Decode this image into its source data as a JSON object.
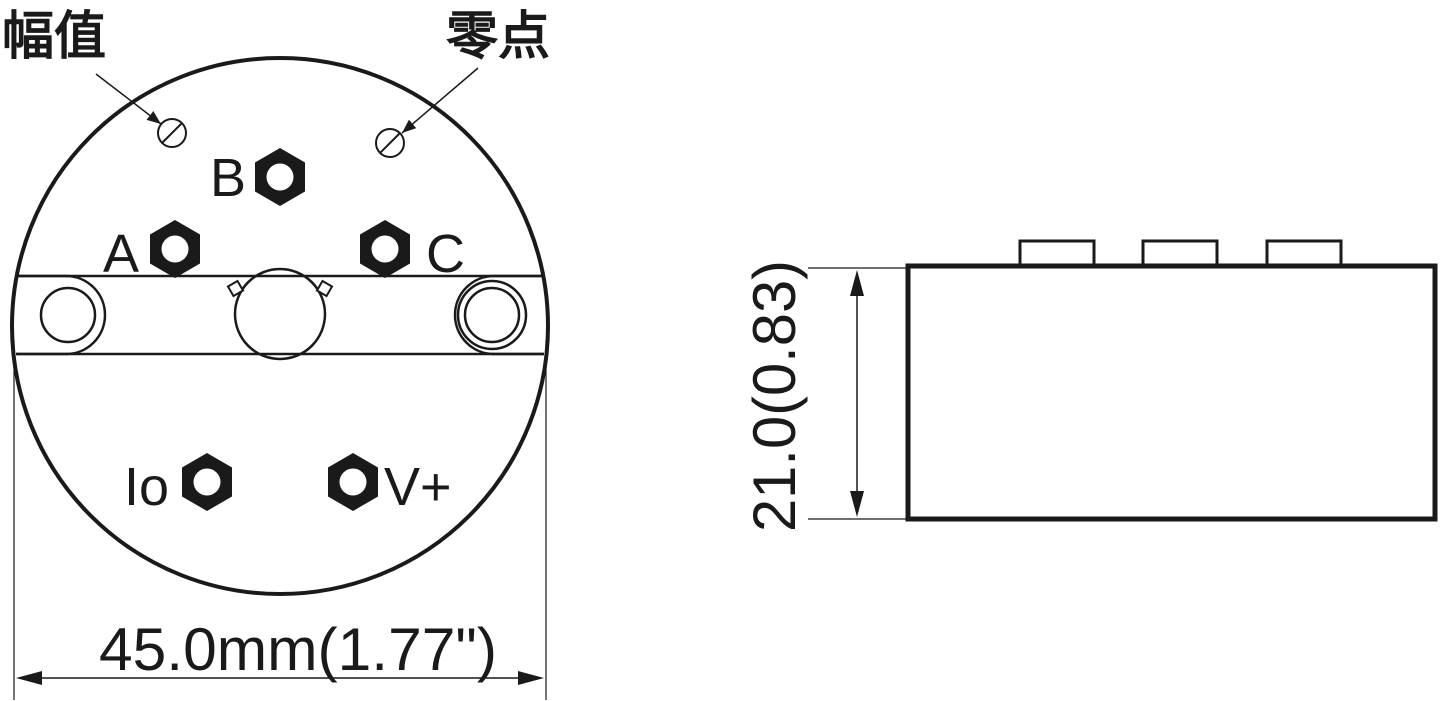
{
  "labels": {
    "amplitude": "幅值",
    "zero": "零点"
  },
  "terminals": [
    {
      "id": "A",
      "label": "A"
    },
    {
      "id": "B",
      "label": "B"
    },
    {
      "id": "C",
      "label": "C"
    },
    {
      "id": "Io",
      "label": "Io"
    },
    {
      "id": "V+",
      "label": "V+"
    }
  ],
  "dimensions": {
    "width": "45.0mm(1.77\")",
    "height": "21.0(0.83)"
  },
  "colors": {
    "line": "#1a1a1a",
    "background": "#ffffff"
  }
}
